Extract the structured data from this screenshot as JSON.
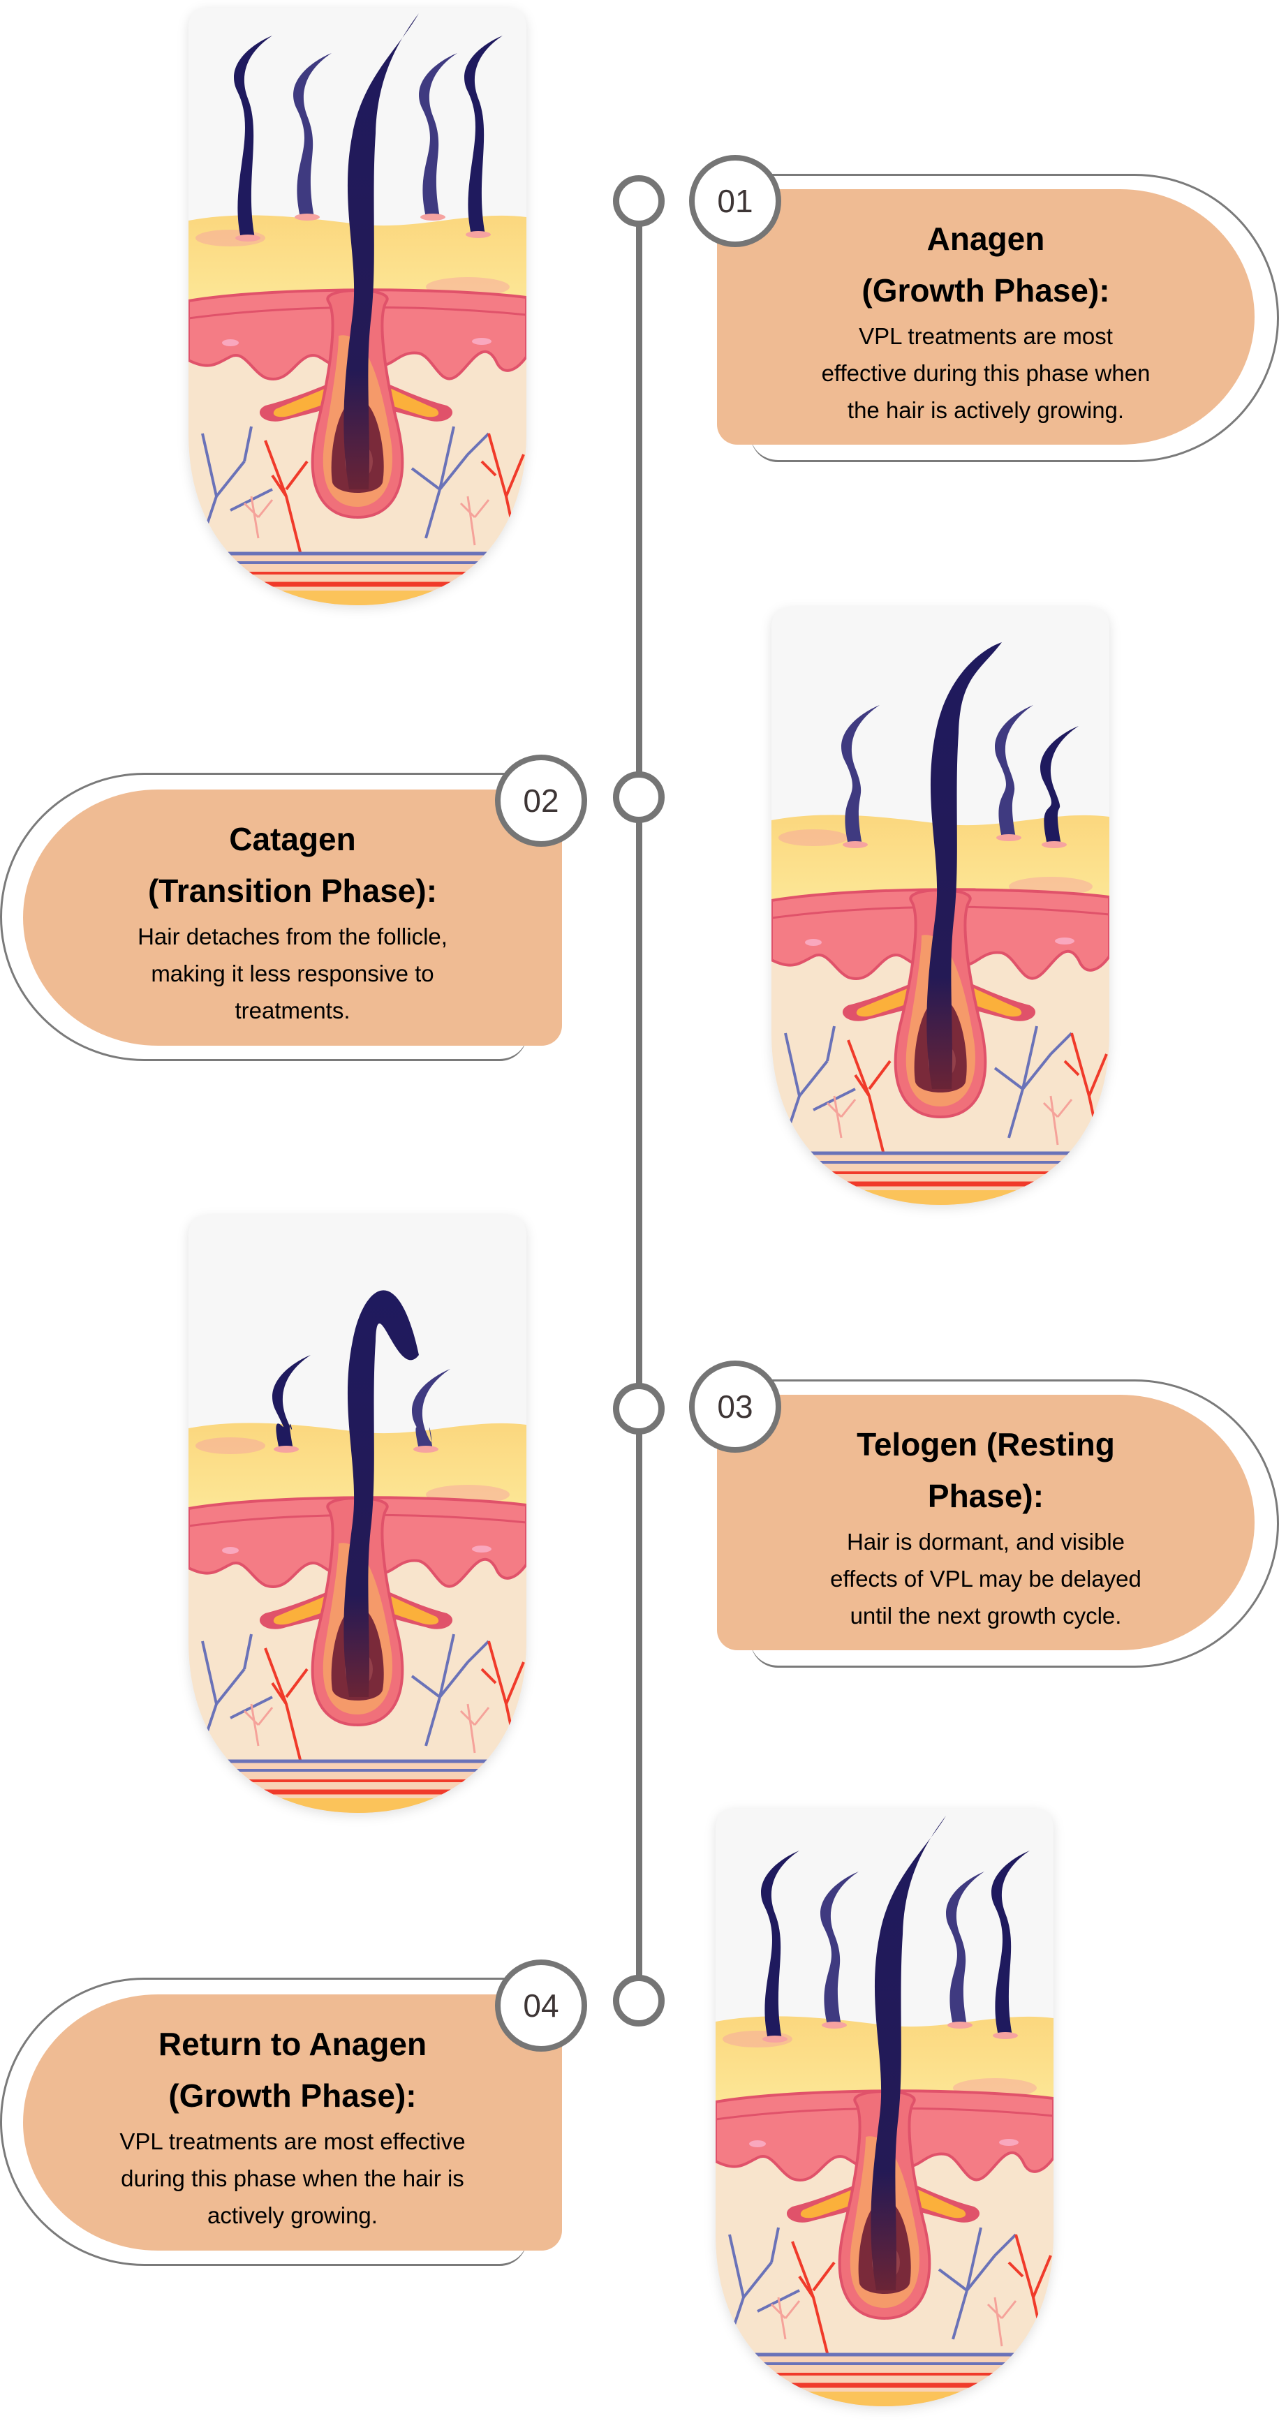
{
  "colors": {
    "card": "#efbb93",
    "timeline": "#757575",
    "badge_text": "#3d3535"
  },
  "phases": [
    {
      "number": "01",
      "title_lines": [
        "Anagen",
        "(Growth Phase):"
      ],
      "body_lines": [
        "VPL treatments are most",
        "effective during this phase when",
        "the hair is actively growing."
      ]
    },
    {
      "number": "02",
      "title_lines": [
        "Catagen",
        "(Transition Phase):"
      ],
      "body_lines": [
        "Hair detaches from the follicle,",
        "making it less responsive to",
        "treatments."
      ]
    },
    {
      "number": "03",
      "title_lines": [
        "Telogen (Resting",
        "Phase):"
      ],
      "body_lines": [
        "Hair is dormant, and visible",
        "effects of VPL may be delayed",
        "until the next growth cycle."
      ]
    },
    {
      "number": "04",
      "title_lines": [
        "Return to Anagen",
        "(Growth Phase):"
      ],
      "body_lines": [
        "VPL treatments are most effective",
        "during this phase when the hair is",
        "actively growing."
      ]
    }
  ]
}
